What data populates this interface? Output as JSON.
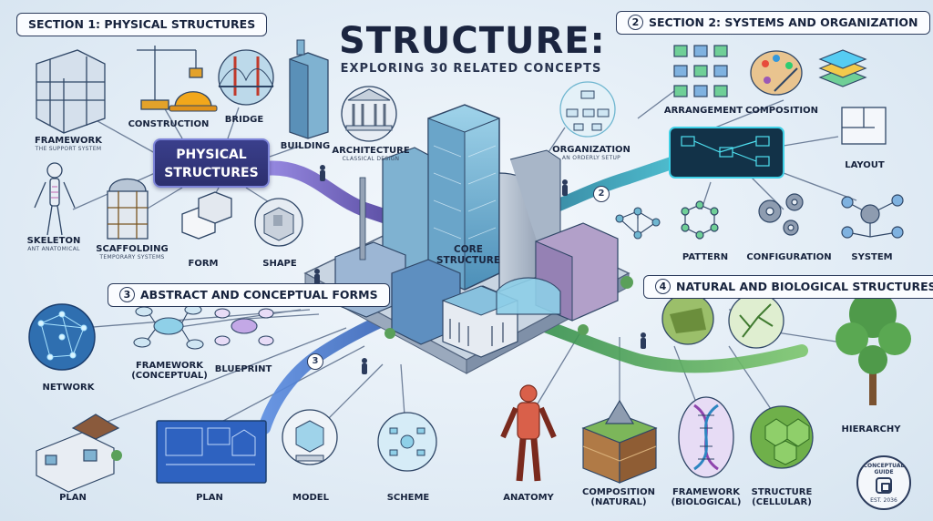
{
  "title": "STRUCTURE:",
  "subtitle": "EXPLORING 30 RELATED CONCEPTS",
  "sections": [
    {
      "label": "SECTION 1: PHYSICAL STRUCTURES"
    },
    {
      "num": "2",
      "label": "SECTION 2: SYSTEMS AND ORGANIZATION"
    },
    {
      "num": "3",
      "label": "ABSTRACT AND CONCEPTUAL FORMS"
    },
    {
      "num": "4",
      "label": "NATURAL AND BIOLOGICAL STRUCTURES"
    }
  ],
  "callout": {
    "line1": "PHYSICAL",
    "line2": "STRUCTURES"
  },
  "core": {
    "line1": "CORE",
    "line2": "STRUCTURE"
  },
  "path_numbers": [
    "2",
    "3"
  ],
  "concepts": {
    "framework": {
      "label": "FRAMEWORK",
      "sub": "THE SUPPORT SYSTEM"
    },
    "construction": {
      "label": "CONSTRUCTION"
    },
    "bridge": {
      "label": "BRIDGE"
    },
    "building": {
      "label": "BUILDING"
    },
    "architecture": {
      "label": "ARCHITECTURE",
      "sub": "CLASSICAL DESIGN"
    },
    "skeleton": {
      "label": "SKELETON",
      "sub": "ANT ANATOMICAL"
    },
    "scaffolding": {
      "label": "SCAFFOLDING",
      "sub": "TEMPORARY SYSTEMS"
    },
    "form": {
      "label": "FORM"
    },
    "shape": {
      "label": "SHAPE"
    },
    "organization": {
      "label": "ORGANIZATION",
      "sub": "AN ORDERLY SETUP"
    },
    "arrangement": {
      "label": "ARRANGEMENT"
    },
    "composition": {
      "label": "COMPOSITION"
    },
    "layout": {
      "label": "LAYOUT"
    },
    "pattern": {
      "label": "PATTERN"
    },
    "configuration": {
      "label": "CONFIGURATION"
    },
    "system": {
      "label": "SYSTEM"
    },
    "network": {
      "label": "NETWORK"
    },
    "framework_conceptual": {
      "label": "FRAMEWORK",
      "sub2": "(CONCEPTUAL)"
    },
    "blueprint": {
      "label": "BLUEPRINT"
    },
    "plan1": {
      "label": "PLAN"
    },
    "plan2": {
      "label": "PLAN"
    },
    "model": {
      "label": "MODEL"
    },
    "scheme": {
      "label": "SCHEME"
    },
    "anatomy": {
      "label": "ANATOMY"
    },
    "composition_natural": {
      "label": "COMPOSITION",
      "sub2": "(NATURAL)"
    },
    "framework_biological": {
      "label": "FRAMEWORK",
      "sub2": "(BIOLOGICAL)"
    },
    "structure_cellular": {
      "label": "STRUCTURE",
      "sub2": "(CELLULAR)"
    },
    "hierarchy": {
      "label": "HIERARCHY"
    }
  },
  "badge": {
    "line1": "CONCEPTUAL GUIDE",
    "line2": "EST. 2036"
  },
  "colors": {
    "path_purple": "#6b5bb8",
    "path_teal": "#2a8aa0",
    "path_blue": "#3d6fc4",
    "path_green": "#4aa35a",
    "ink": "#1b2540"
  }
}
